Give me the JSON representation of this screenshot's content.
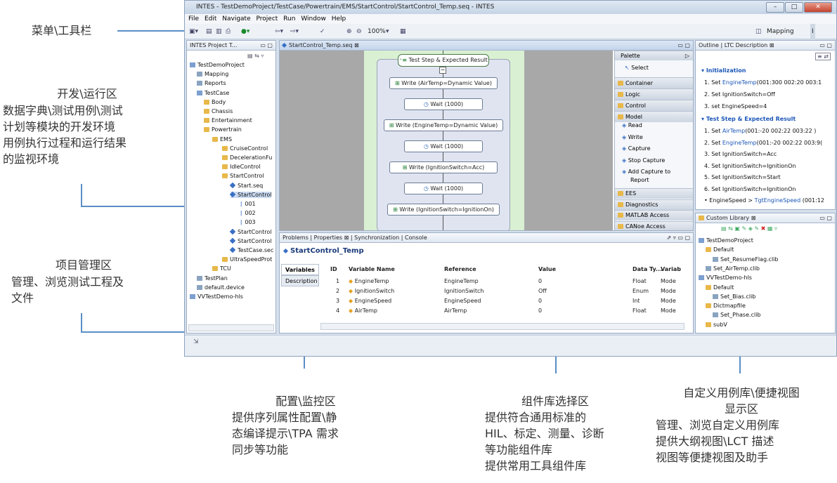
{
  "app": {
    "title": "INTES - TestDemoProject/TestCase/Powertrain/EMS/StartControl/StartControl_Temp.seq - INTES",
    "menu": [
      "File",
      "Edit",
      "Navigate",
      "Project",
      "Run",
      "Window",
      "Help"
    ],
    "zoom": "100%",
    "perspective_mapping": "Mapping",
    "perspective_short": "I"
  },
  "project": {
    "tab": "INTES Project T...",
    "tree": [
      "TestDemoProject",
      "Mapping",
      "Reports",
      "TestCase",
      "Body",
      "Chassis",
      "Entertainment",
      "Powertrain",
      "EMS",
      "CruiseControl",
      "DecelerationFu",
      "IdleControl",
      "StartControl",
      "Start.seq",
      "StartControl",
      "001",
      "002",
      "003",
      "StartControl",
      "StartControl",
      "TestCase.sec",
      "UltraSpeedProt",
      "TCU",
      "TestPlan",
      "default.device",
      "VVTestDemo-hls"
    ]
  },
  "editor": {
    "tab": "StartControl_Temp.seq",
    "group": "Test Step & Expected Result",
    "steps": [
      "Write (AirTemp=Dynamic Value)",
      "Wait (1000)",
      "Write (EngineTemp=Dynamic Value)",
      "Wait (1000)",
      "Write (IgnitionSwitch=Acc)",
      "Wait (1000)",
      "Write (IgnitionSwitch=IgnitionOn)"
    ]
  },
  "palette": {
    "title": "Palette",
    "select": "Select",
    "groups": [
      "Container",
      "Logic",
      "Control",
      "Model"
    ],
    "items": [
      "Read",
      "Write",
      "Capture",
      "Stop Capture",
      "Add Capture to",
      "Report"
    ],
    "more": [
      "EES",
      "Diagnostics",
      "MATLAB Access",
      "CANoe Access"
    ]
  },
  "outline": {
    "tab1": "Outline",
    "tab2": "LTC Description",
    "sec1": "Initialization",
    "init": [
      {
        "n": "1.",
        "a": "Set ",
        "b": "EngineTemp",
        "c": "(001:300 002:20 003:1"
      },
      {
        "n": "2.",
        "a": "Set IgnitionSwitch=Off",
        "b": "",
        "c": ""
      },
      {
        "n": "3.",
        "a": "set EngineSpeed=4",
        "b": "",
        "c": ""
      }
    ],
    "sec2": "Test Step & Expected Result",
    "steps": [
      {
        "n": "1.",
        "a": "Set ",
        "b": "AirTemp",
        "c": "(001:-20 002:22 003:22 )"
      },
      {
        "n": "2.",
        "a": "Set ",
        "b": "EngineTemp",
        "c": "(001:-20 002:22 003:9("
      },
      {
        "n": "3.",
        "a": "Set IgnitionSwitch=Acc",
        "b": "",
        "c": ""
      },
      {
        "n": "4.",
        "a": "Set IgnitionSwitch=IgnitionOn",
        "b": "",
        "c": ""
      },
      {
        "n": "5.",
        "a": "Set IgnitionSwitch=Start",
        "b": "",
        "c": ""
      },
      {
        "n": "6.",
        "a": "Set IgnitionSwitch=IgnitionOn",
        "b": "",
        "c": ""
      },
      {
        "n": "•",
        "a": "EngineSpeed > ",
        "b": "TgtEngineSpeed",
        "c": " (001:12"
      }
    ]
  },
  "library": {
    "tab": "Custom Library",
    "tree": [
      "TestDemoProject",
      "Default",
      "Set_ResumeFlag.clib",
      "Set_AirTemp.clib",
      "VVTestDemo-hls",
      "Default",
      "Set_Bias.clib",
      "Dictmapfile",
      "Set_Phase.clib",
      "subV"
    ]
  },
  "props": {
    "tabs": [
      "Problems",
      "Properties",
      "Synchronization",
      "Console"
    ],
    "title": "StartControl_Temp",
    "side": [
      "Variables",
      "Description"
    ],
    "cols": [
      "ID",
      "Variable Name",
      "Reference",
      "Value",
      "Data Ty...",
      "Variab"
    ],
    "rows": [
      [
        "1",
        "EngineTemp",
        "EngineTemp",
        "0",
        "Float",
        "Mode"
      ],
      [
        "2",
        "IgnitionSwitch",
        "IgnitionSwitch",
        "Off",
        "Enum",
        "Mode"
      ],
      [
        "3",
        "EngineSpeed",
        "EngineSpeed",
        "0",
        "Int",
        "Mode"
      ],
      [
        "4",
        "AirTemp",
        "AirTemp",
        "0",
        "Float",
        "Mode"
      ]
    ]
  },
  "annotations": {
    "menu": "菜单\\工具栏",
    "dev": [
      "开发\\运行区",
      "数据字典\\测试用例\\测试",
      "计划等模块的开发环境",
      "用例执行过程和运行结果",
      "的监视环境"
    ],
    "proj": [
      "项目管理区",
      "管理、浏览测试工程及",
      "文件"
    ],
    "config": [
      "配置\\监控区",
      "提供序列属性配置\\静",
      "态编译提示\\TPA  需求",
      "同步等功能"
    ],
    "comp": [
      "组件库选择区",
      "提供符合通用标准的",
      "HIL、标定、测量、诊断",
      "等功能组件库",
      "提供常用工具组件库"
    ],
    "lib": [
      "自定义用例库\\便捷视图",
      "显示区",
      "管理、浏览自定义用例库",
      "提供大纲视图\\LCT  描述",
      "视图等便捷视图及助手"
    ]
  }
}
